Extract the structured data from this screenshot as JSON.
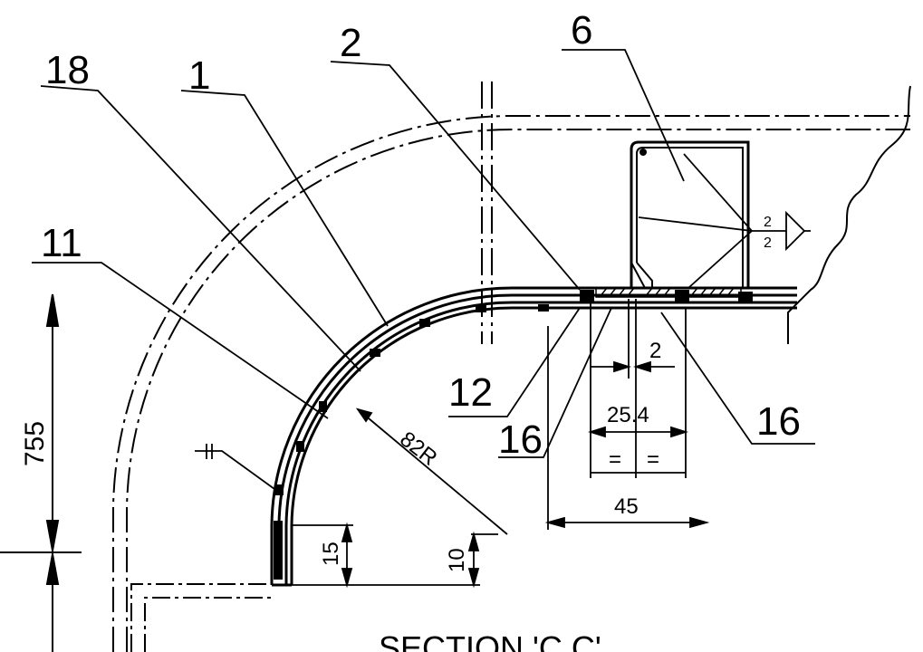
{
  "title": "SECTION 'C C'",
  "callouts": {
    "c18": "18",
    "c1": "1",
    "c2": "2",
    "c6": "6",
    "c11": "11",
    "c12": "12",
    "c16a": "16",
    "c16b": "16"
  },
  "dimensions": {
    "d755": "755",
    "d82r": "82R",
    "d15": "15",
    "d10": "10",
    "d2": "2",
    "d25": "25.4",
    "eq1": "=",
    "eq2": "=",
    "d45": "45"
  },
  "weld": {
    "top": "2",
    "bottom": "2"
  },
  "ref_mark": "II",
  "colors": {
    "ink": "#000000",
    "paper": "#ffffff"
  }
}
